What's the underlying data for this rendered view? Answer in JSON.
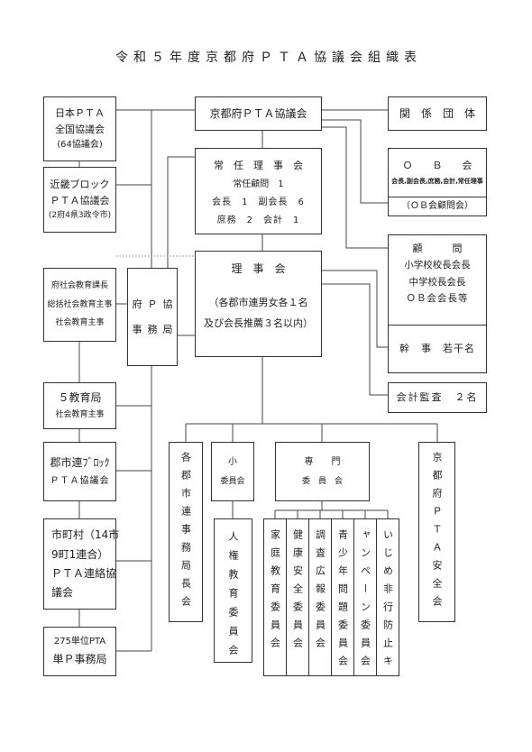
{
  "title": "令和５年度京都府ＰＴＡ協議会組織表",
  "center": {
    "kyoto_pta": "京都府ＰＴＡ協議会",
    "jonin_rijikai": {
      "title": "常　任　理　事　会",
      "lines": [
        "常任顧問　1",
        "会長　1　副会長　6",
        "庶務　2　会計　1"
      ]
    },
    "rijikai": {
      "title": "理　事　会",
      "lines": [
        "（各郡市連男女各１名",
        "及び会長推薦３名以内）"
      ]
    }
  },
  "left": {
    "nihon_pta": [
      "日本ＰＴＡ",
      "全国協議会",
      "(64協議会)"
    ],
    "kinki_block": [
      "近畿ブロック",
      "ＰＴＡ協議会",
      "(2府4県3政令市)"
    ],
    "fu_shakai_kyoiku": [
      "府社会教育課長",
      "総括社会教育主事",
      "社会教育主事"
    ],
    "fup_jimukyoku": [
      "府Ｐ協",
      "事務局"
    ],
    "go_kyoikukyoku": [
      "５教育局",
      "社会教育主事"
    ],
    "gunshiren_block": [
      "郡市連ﾌﾞﾛｯｸ",
      "ＰＴＡ協議会"
    ],
    "shichoson": [
      "市町村（14市",
      "9町1連合）",
      "ＰＴＡ連絡協",
      "議会"
    ],
    "tanni_pta": [
      "275単位PTA",
      "単Ｐ事務局"
    ]
  },
  "right": {
    "kankei_dantai": "関　係　団　体",
    "ob_kai": {
      "title": "Ｏ　　Ｂ　　会",
      "members": "会長,副会長,庶務,会計,常任理事",
      "advisors": "（ＯＢ会顧問会）"
    },
    "komon": [
      "顧　　　問",
      "小学校校長会長",
      "中学校長会長",
      "ＯＢ会会長等"
    ],
    "kanji": "幹　事　若干名",
    "kaikei_kansa": "会計監査　２名"
  },
  "bottom": {
    "jimukyokucho_kai": "各郡市連事務局長会",
    "sho_iinkai": [
      "小",
      "委員会"
    ],
    "jinken": "人権教育委員会",
    "senmon_iinkai": [
      "専　　門",
      "委　員　会"
    ],
    "senmon_committees": [
      "家庭教育委員会",
      "健康安全委員会",
      "調査広報委員会",
      "青少年問題委員会",
      "ャンペーン委員会",
      "いじめ非行防止キ"
    ],
    "anzenkai": "京都府ＰＴＡ安全会"
  }
}
